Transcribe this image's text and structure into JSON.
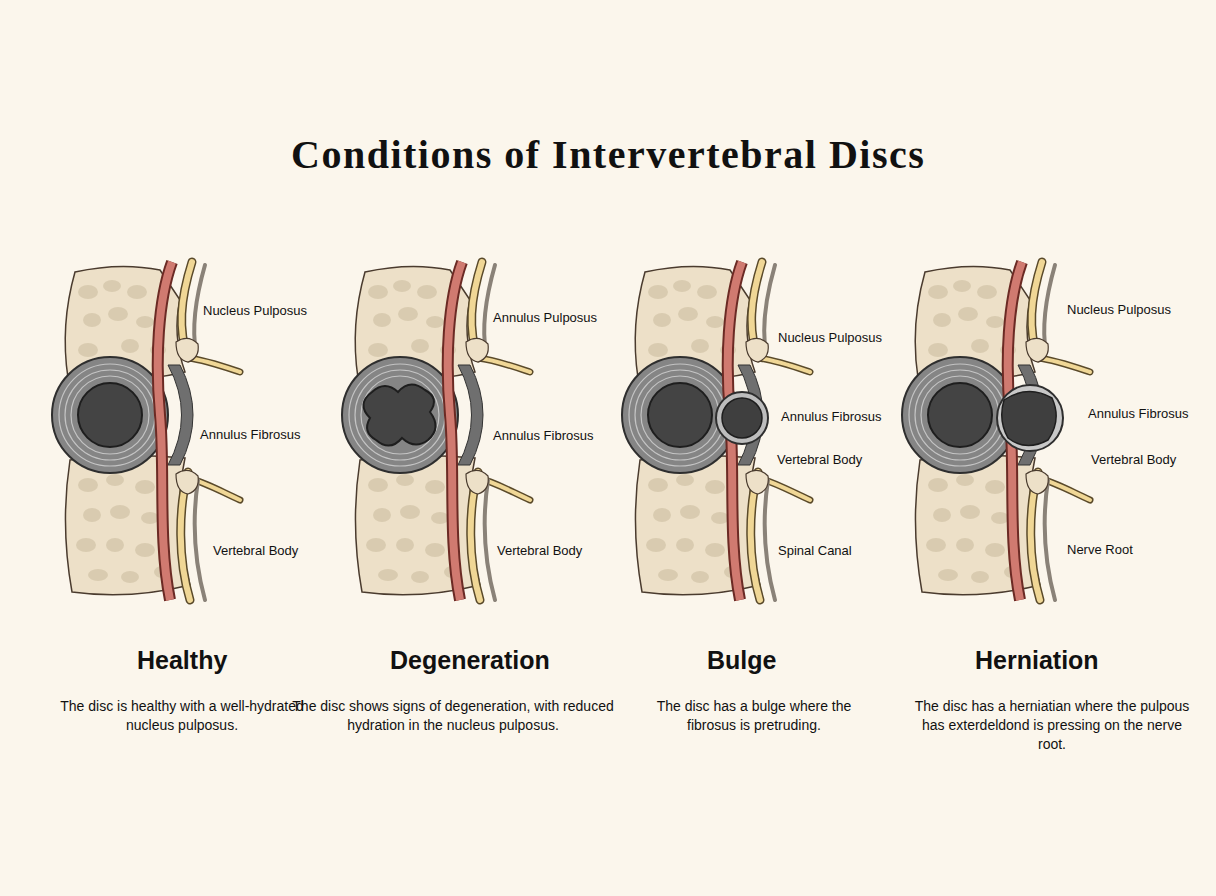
{
  "diagram": {
    "title": "Conditions of Intervertebral Discs",
    "labels": [
      "Nucleus Pulposus",
      "Annulus Fibrosus",
      "Vertebral Body",
      "Healthy",
      "The disc is healthy with a well-hydrated nucleus pulposus.",
      "Annulus Pulposus",
      "Annulus Fibrosus",
      "Vertebral Body",
      "Degeneration",
      "The disc shows signs of degeneration, with reduced hydration in the nucleus pulposus.",
      "Nucleus Pulposus",
      "Annulus Fibrosus",
      "Vertebral Body",
      "Spinal Canal",
      "Bulge",
      "The disc has a bulge where the fibrosus is pretruding.",
      "Nucleus Pulposus",
      "Annulus Fibrosus",
      "Vertebral Body",
      "Nerve Root",
      "Herniation",
      "The disc has a herniatian where the pulpous has exterdeldond is pressing on the nerve root."
    ]
  }
}
